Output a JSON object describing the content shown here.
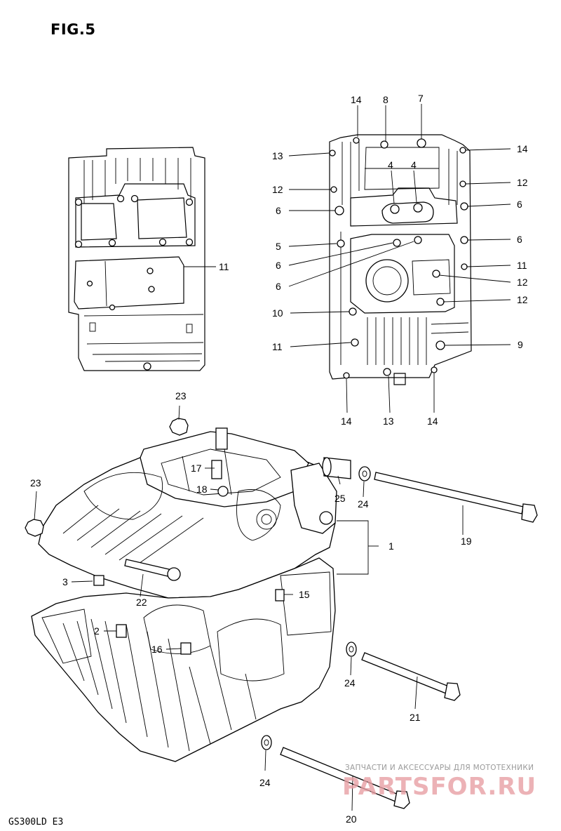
{
  "figure_title": "FIG.5",
  "model_code": "GS300LD E3",
  "watermark": {
    "caption": "ЗАПЧАСТИ И АКСЕССУАРЫ ДЛЯ МОТОТЕХНИКИ",
    "logo": "PARTSFOR.RU"
  },
  "callouts": {
    "c1": "1",
    "c2": "2",
    "c3": "3",
    "c4a": "4",
    "c4b": "4",
    "c5": "5",
    "c6a": "6",
    "c6b": "6",
    "c6c": "6",
    "c6d": "6",
    "c6e": "6",
    "c7": "7",
    "c8": "8",
    "c9": "9",
    "c10": "10",
    "c11a": "11",
    "c11b": "11",
    "c11c": "11",
    "c12a": "12",
    "c12b": "12",
    "c12c": "12",
    "c12d": "12",
    "c13a": "13",
    "c13b": "13",
    "c14a": "14",
    "c14b": "14",
    "c14c": "14",
    "c14d": "14",
    "c15": "15",
    "c16": "16",
    "c17": "17",
    "c18": "18",
    "c19": "19",
    "c20": "20",
    "c21": "21",
    "c22": "22",
    "c23a": "23",
    "c23b": "23",
    "c24a": "24",
    "c24b": "24",
    "c24c": "24",
    "c25": "25"
  }
}
